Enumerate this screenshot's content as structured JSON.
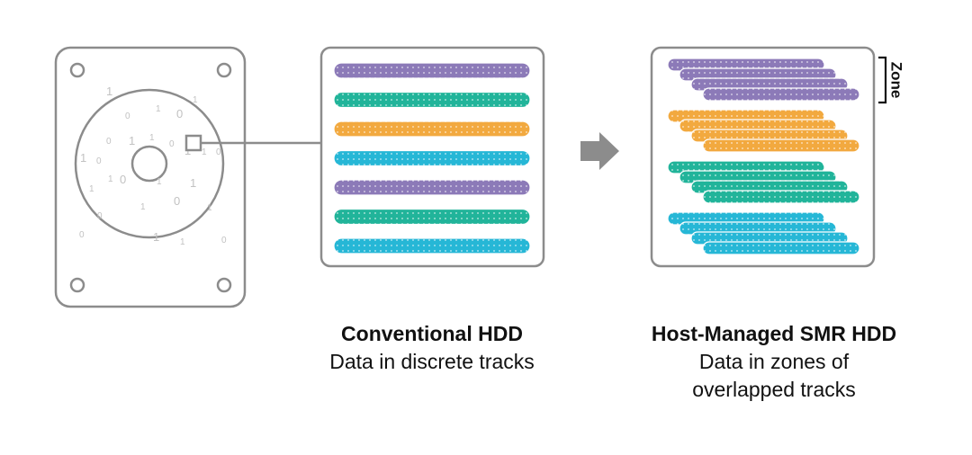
{
  "colors": {
    "outline": "#8c8c8c",
    "purple": "#8c7ab8",
    "teal": "#21b49a",
    "orange": "#f2a93f",
    "cyan": "#26b7d6",
    "arrow": "#8c8c8c",
    "digits": "#c2c2c2"
  },
  "disk_digits": [
    "1",
    "0",
    "1",
    "0",
    "1",
    "0",
    "1",
    "1",
    "0",
    "1",
    "1",
    "0",
    "1",
    "0",
    "1",
    "0",
    "1",
    "1",
    "1",
    "0",
    "1",
    "0",
    "1",
    "0",
    "1",
    "1",
    "0"
  ],
  "conventional_tracks": [
    "purple",
    "teal",
    "orange",
    "cyan",
    "purple",
    "teal",
    "cyan"
  ],
  "smr_zones": [
    "purple",
    "orange",
    "teal",
    "cyan"
  ],
  "zone_label": "Zone",
  "captions": {
    "conventional": {
      "title": "Conventional HDD",
      "subtitle": "Data in discrete tracks"
    },
    "smr": {
      "title": "Host-Managed SMR HDD",
      "line1": "Data in zones of",
      "line2": "overlapped tracks"
    }
  }
}
